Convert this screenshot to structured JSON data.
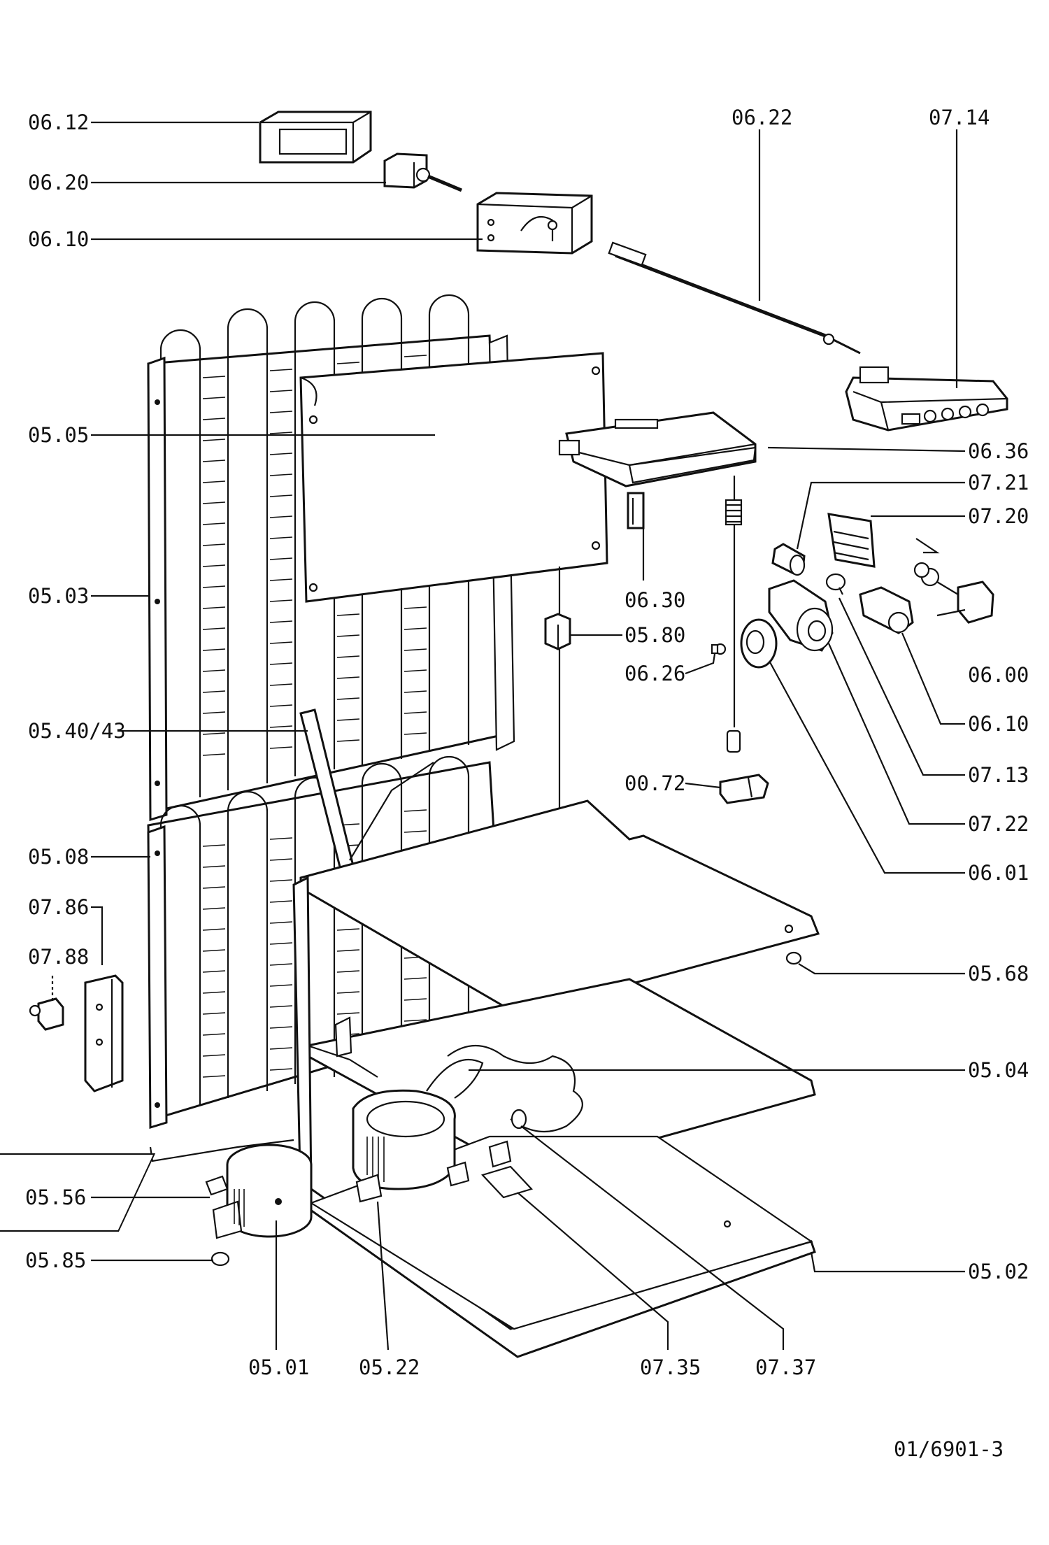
{
  "diagram": {
    "labels": {
      "l_0612": "06.12",
      "l_0620": "06.20",
      "l_0610a": "06.10",
      "l_0505": "05.05",
      "l_0503": "05.03",
      "l_054043": "05.40/43",
      "l_0508": "05.08",
      "l_0786": "07.86",
      "l_0788": "07.88",
      "l_0556": "05.56",
      "l_0585": "05.85",
      "l_0501": "05.01",
      "l_0522": "05.22",
      "l_0735": "07.35",
      "l_0737": "07.37",
      "l_0622": "06.22",
      "l_0714": "07.14",
      "l_0636": "06.36",
      "l_0721": "07.21",
      "l_0720": "07.20",
      "l_0630": "06.30",
      "l_0580": "05.80",
      "l_0626": "06.26",
      "l_0600": "06.00",
      "l_0610b": "06.10",
      "l_0713": "07.13",
      "l_0072": "00.72",
      "l_0722": "07.22",
      "l_0601": "06.01",
      "l_0568": "05.68",
      "l_0504": "05.04",
      "l_0502": "05.02",
      "drawing_number": "01/6901-3"
    }
  }
}
